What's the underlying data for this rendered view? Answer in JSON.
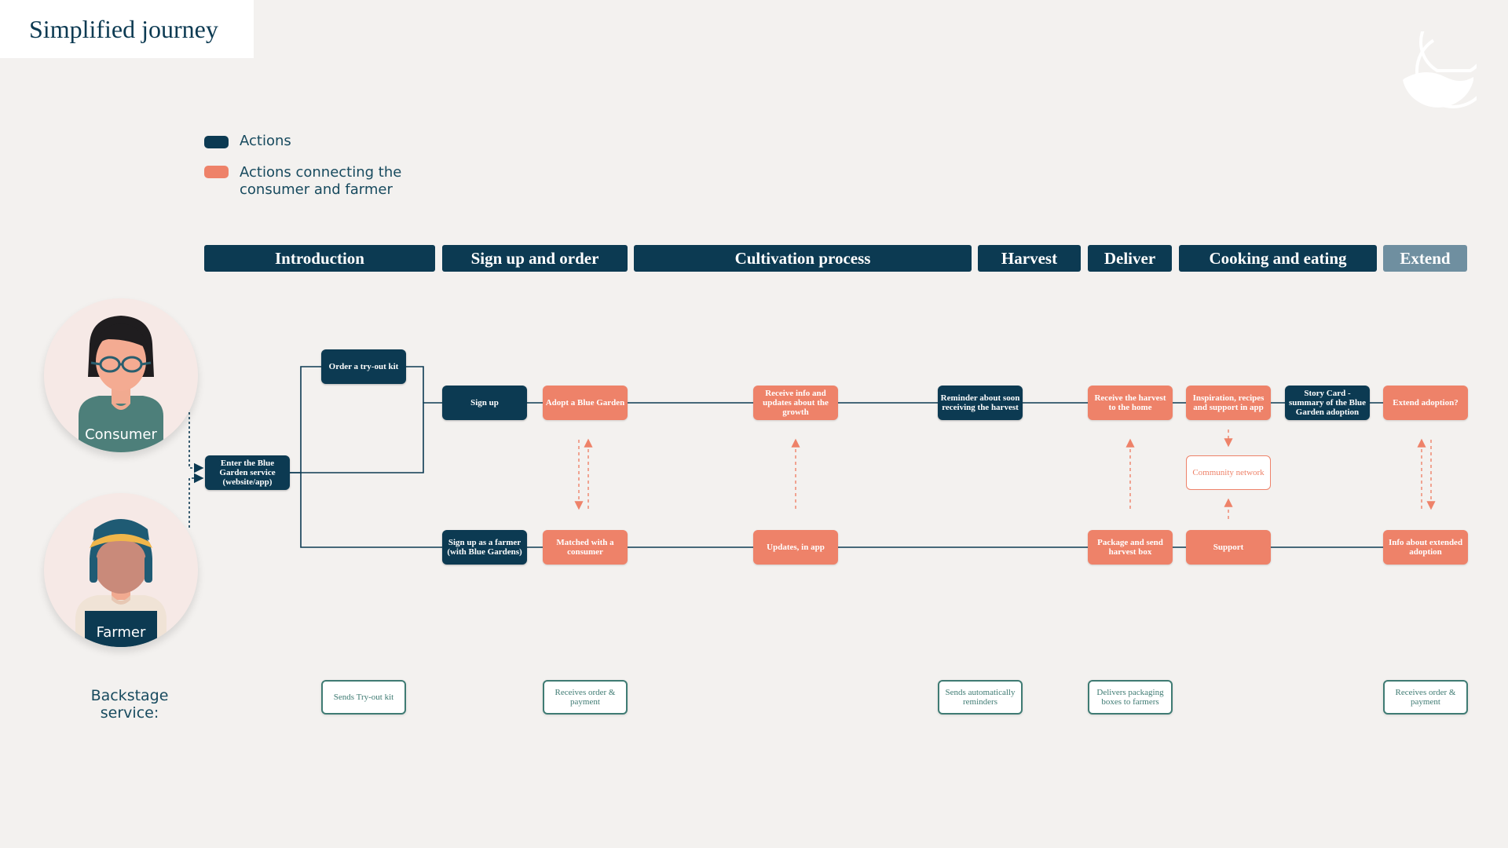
{
  "title": "Simplified journey",
  "colors": {
    "action": "#0c3a52",
    "connecting": "#ee8269",
    "backstage": "#3f7b73",
    "extend_phase": "#6f8fa0"
  },
  "legend": {
    "actions": "Actions",
    "connecting": "Actions connecting the consumer and farmer"
  },
  "phases": [
    "Introduction",
    "Sign up and order",
    "Cultivation process",
    "Harvest",
    "Deliver",
    "Cooking and eating",
    "Extend"
  ],
  "personas": {
    "consumer": "Consumer",
    "farmer": "Farmer"
  },
  "nodes": {
    "enter_service": "Enter the Blue Garden service (website/app)",
    "order_tryout": "Order a try-out kit",
    "sign_up": "Sign up",
    "adopt": "Adopt a Blue Garden",
    "receive_info": "Receive info and updates about the growth",
    "reminder": "Reminder about soon receiving the harvest",
    "receive_harvest": "Receive the harvest to the home",
    "inspiration": "Inspiration, recipes and support in app",
    "story_card": "Story Card - summary of the Blue Garden adoption",
    "extend_adoption": "Extend adoption?",
    "community": "Community network",
    "farmer_signup": "Sign up as a farmer (with Blue Gardens)",
    "matched": "Matched with a consumer",
    "updates_app": "Updates, in app",
    "package_send": "Package and send harvest box",
    "support": "Support",
    "info_extended": "Info about extended adoption"
  },
  "backstage": {
    "label": "Backstage service:",
    "items": [
      "Sends Try-out kit",
      "Receives order & payment",
      "Sends automatically reminders",
      "Delivers packaging boxes to farmers",
      "Receives order & payment"
    ]
  }
}
